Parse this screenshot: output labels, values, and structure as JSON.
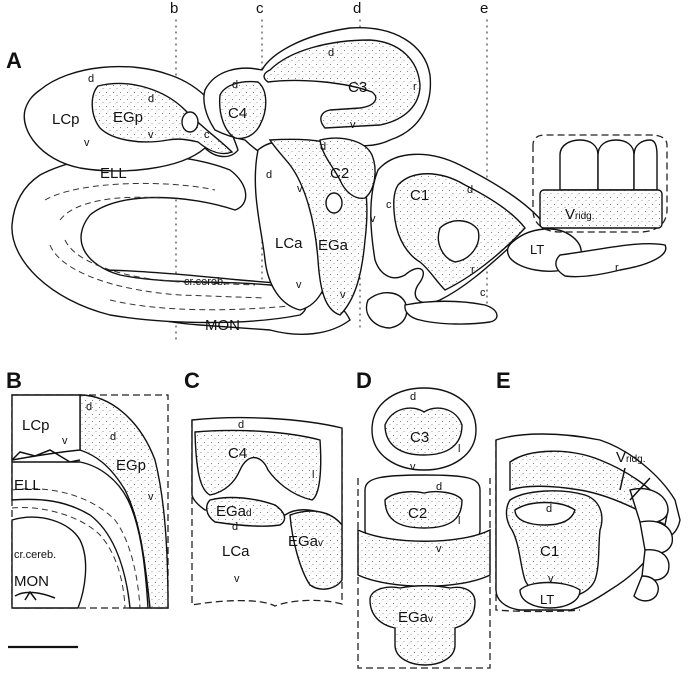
{
  "panels": {
    "A": "A",
    "B": "B",
    "C": "C",
    "D": "D",
    "E": "E"
  },
  "section_lines": {
    "b": "b",
    "c": "c",
    "d": "d",
    "e": "e"
  },
  "panel_a": {
    "LCp": "LCp",
    "EGp": "EGp",
    "ELL": "ELL",
    "C4": "C4",
    "C3": "C3",
    "C2": "C2",
    "C1": "C1",
    "LCa": "LCa",
    "EGa": "EGa",
    "cr_cereb": "cr.cereb.",
    "MON": "MON",
    "LT": "LT",
    "V_main": "V",
    "V_sub": "ridg.",
    "d": "d",
    "v": "v",
    "c": "c",
    "r": "r"
  },
  "panel_b": {
    "LCp": "LCp",
    "EGp": "EGp",
    "ELL": "ELL",
    "cr_cereb": "cr.cereb.",
    "MON": "MON",
    "d": "d",
    "v": "v"
  },
  "panel_c": {
    "C4": "C4",
    "EGa_main": "EGa",
    "EGa_d_sub": "d",
    "EGa_v_sub": "v",
    "LCa": "LCa",
    "d": "d",
    "l": "l",
    "v": "v"
  },
  "panel_d": {
    "C3": "C3",
    "C2": "C2",
    "EGa_main": "EGa",
    "EGa_sub": "v",
    "d": "d",
    "l": "l",
    "v": "v"
  },
  "panel_e": {
    "C1": "C1",
    "LT": "LT",
    "V_main": "V",
    "V_sub": "ridg.",
    "d": "d",
    "v": "v"
  }
}
